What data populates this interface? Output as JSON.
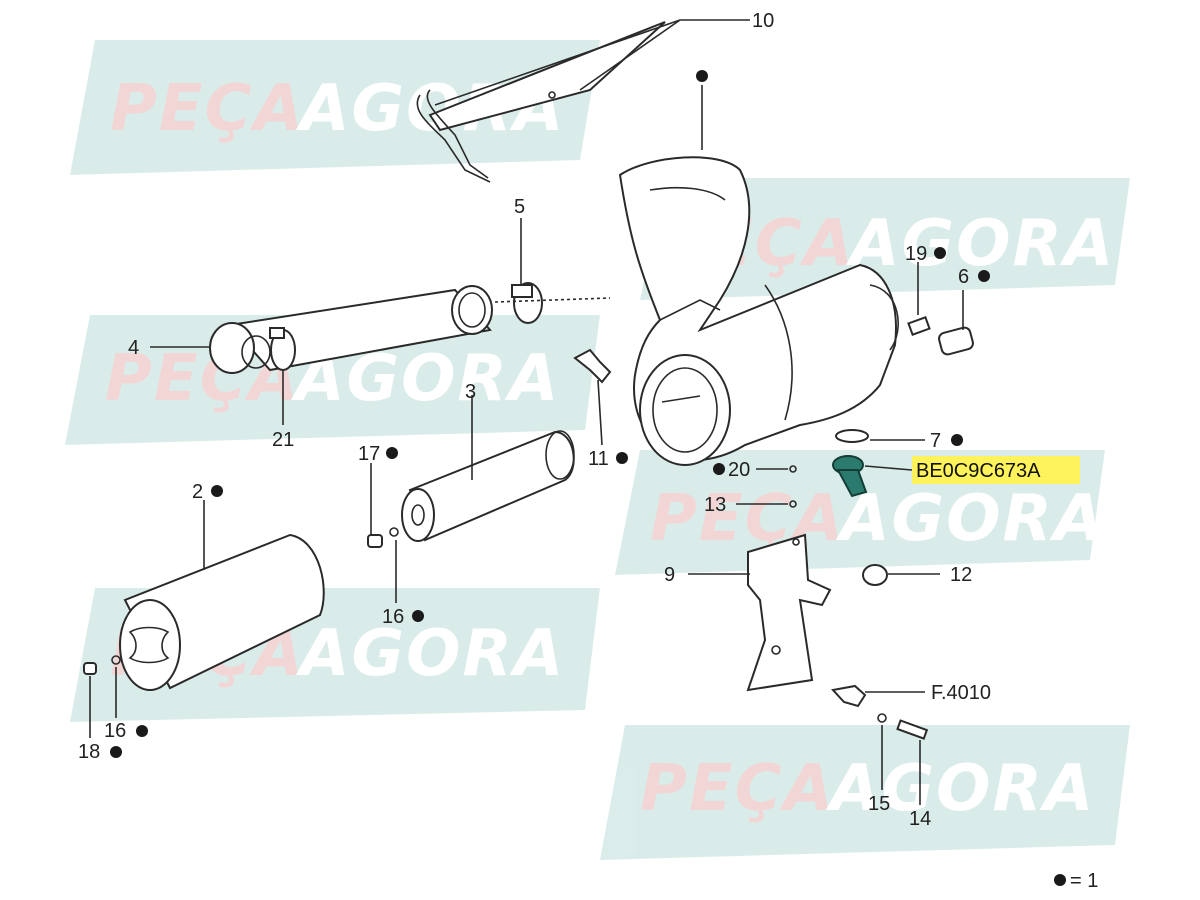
{
  "watermark": {
    "text_left": "PEÇA",
    "text_right": "AGORA"
  },
  "callouts": {
    "c10": "10",
    "c5": "5",
    "c4": "4",
    "c21": "21",
    "c3": "3",
    "c2": "2",
    "c17": "17",
    "c16a": "16",
    "c16b": "16",
    "c18": "18",
    "c11": "11",
    "c19": "19",
    "c6": "6",
    "c7": "7",
    "c20": "20",
    "c13": "13",
    "c9": "9",
    "c12": "12",
    "cF4010": "F.4010",
    "c15": "15",
    "c14": "14"
  },
  "highlight": {
    "part_number": "BE0C9C673A"
  },
  "legend": {
    "text": "= 1"
  },
  "colors": {
    "highlight_bg": "#fff35c",
    "highlight_part": "#2b7a6e",
    "watermark_bg": "#cfe6e3",
    "watermark_text": "#f2d4d4"
  }
}
